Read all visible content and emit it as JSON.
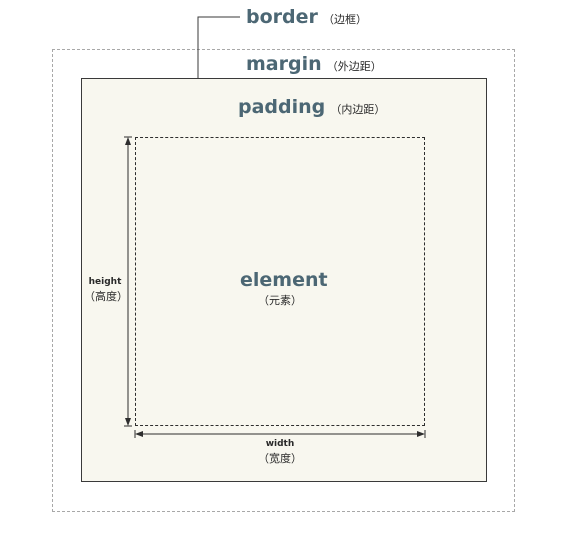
{
  "labels": {
    "border": {
      "name": "border",
      "note": "（边框）"
    },
    "margin": {
      "name": "margin",
      "note": "（外边距）"
    },
    "padding": {
      "name": "padding",
      "note": "（内边距）"
    },
    "element": {
      "name": "element",
      "note": "（元素）"
    },
    "height": {
      "name": "height",
      "note": "（高度）"
    },
    "width": {
      "name": "width",
      "note": "（宽度）"
    }
  },
  "colors": {
    "label_text": "#4c6774",
    "element_fill": "#f8f7ef",
    "dashed_margin": "#a8a8a8",
    "lines": "#2e2e2e"
  }
}
